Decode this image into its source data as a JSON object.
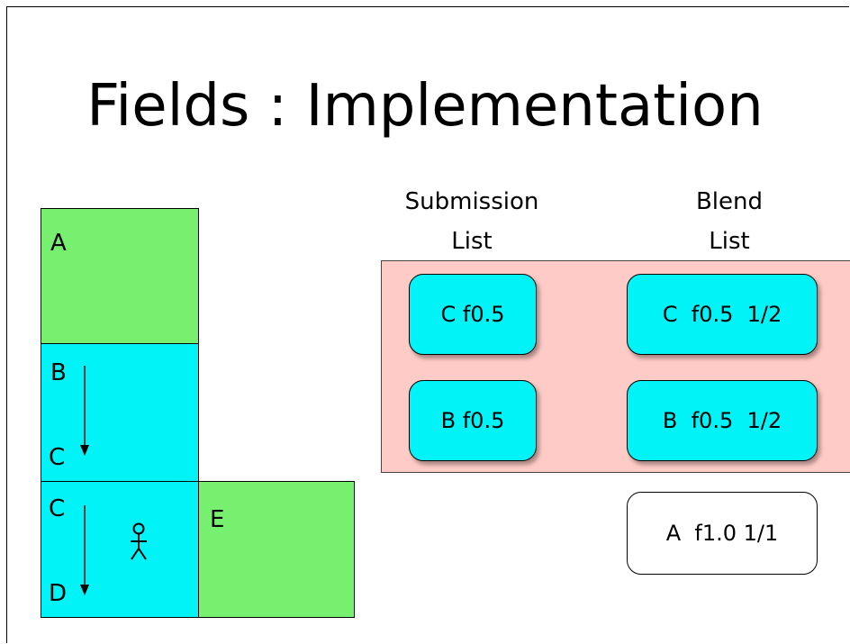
{
  "slide_title": "Fields : Implementation",
  "grid": {
    "cell_a_label": "A",
    "cell_b_label": "B",
    "cell_b_bottom_label": "C",
    "cell_c_label": "C",
    "cell_c_bottom_label": "D",
    "cell_e_label": "E"
  },
  "columns": {
    "submission_header": [
      "Submission",
      "List"
    ],
    "blend_header": [
      "Blend",
      "List"
    ]
  },
  "submission_list": [
    "C f0.5",
    "B f0.5"
  ],
  "blend_list": [
    "C  f0.5  1/2",
    "B  f0.5  1/2",
    "A  f1.0 1/1"
  ],
  "colors": {
    "green_cell": "#77f06f",
    "cyan_cell": "#00f3f7",
    "pink_region": "#ffcbc6"
  }
}
